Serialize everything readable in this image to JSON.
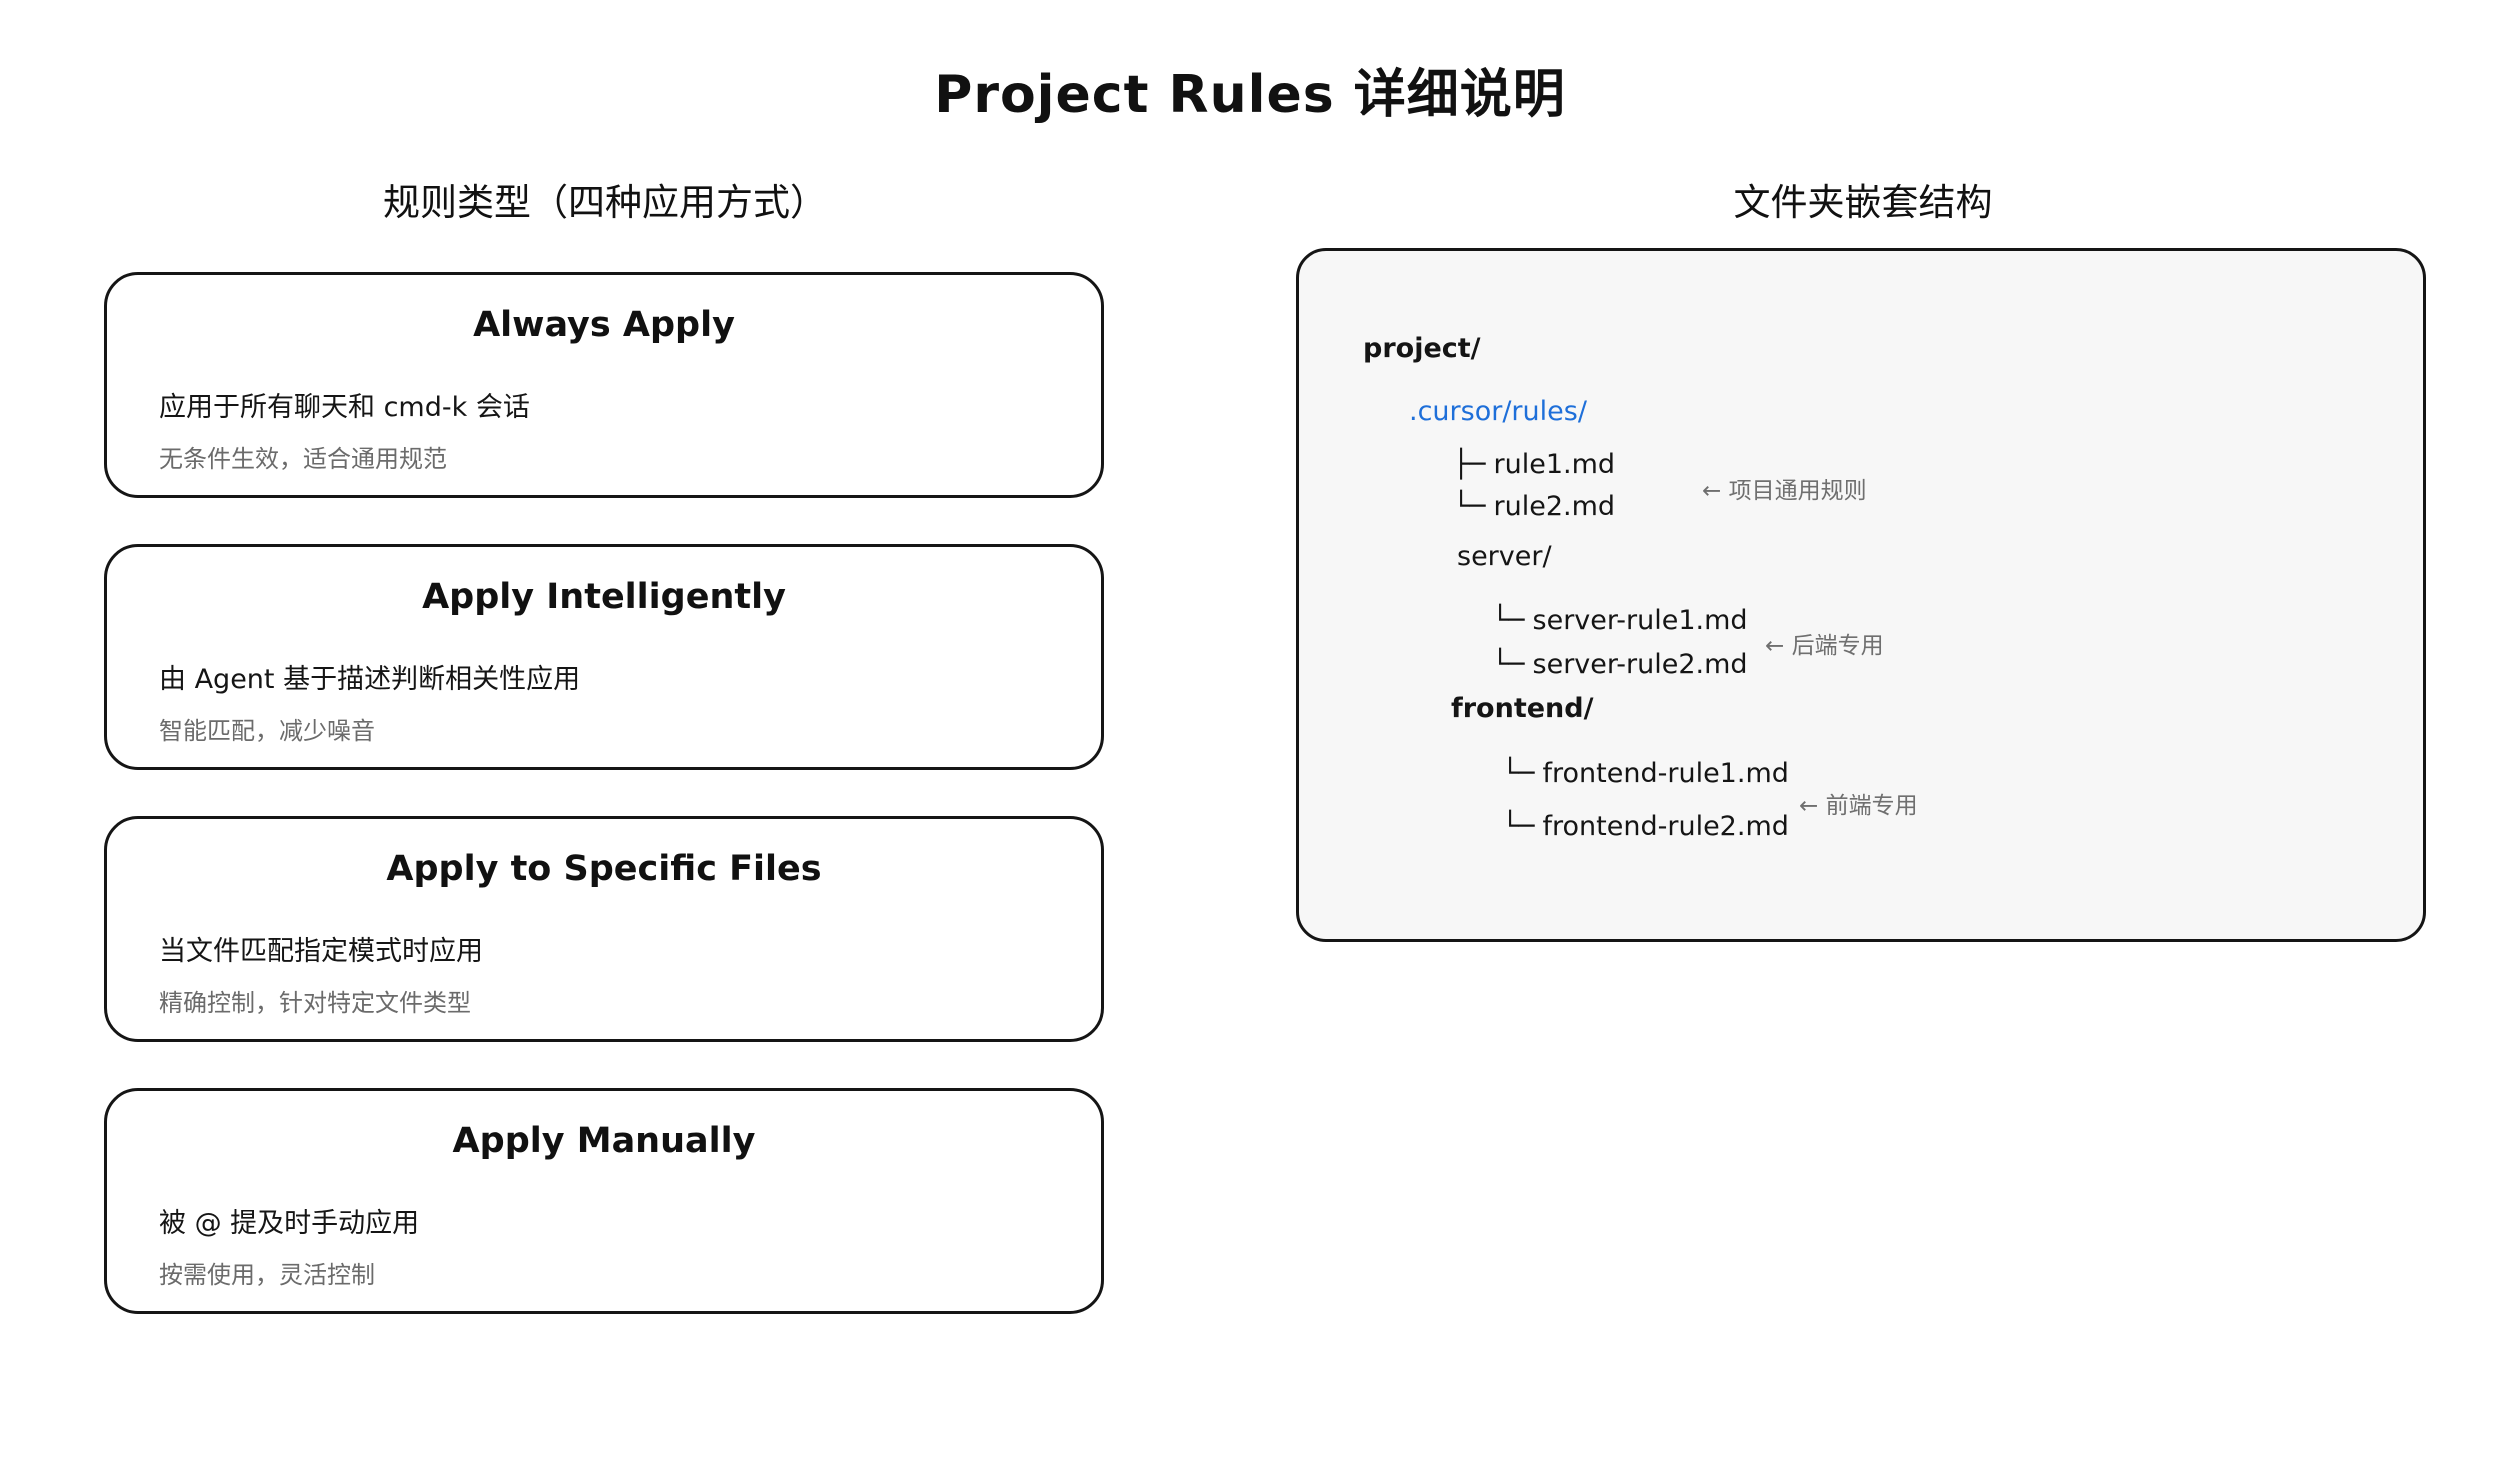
{
  "title": "Project Rules 详细说明",
  "headings": {
    "left": "规则类型（四种应用方式）",
    "right": "文件夹嵌套结构"
  },
  "rule_types": [
    {
      "title": "Always Apply",
      "description": "应用于所有聊天和 cmd-k 会话",
      "note": "无条件生效，适合通用规范"
    },
    {
      "title": "Apply Intelligently",
      "description": "由 Agent 基于描述判断相关性应用",
      "note": "智能匹配，减少噪音"
    },
    {
      "title": "Apply to Specific Files",
      "description": "当文件匹配指定模式时应用",
      "note": "精确控制，针对特定文件类型"
    },
    {
      "title": "Apply Manually",
      "description": "被 @ 提及时手动应用",
      "note": "按需使用，灵活控制"
    }
  ],
  "tree": {
    "root": "project/",
    "cursor_rules": ".cursor/rules/",
    "branch_tee": "├─",
    "branch_elbow": "└─",
    "rule1": "rule1.md",
    "rule2": "rule2.md",
    "general_note": "← 项目通用规则",
    "server": "server/",
    "server_rule1": "server-rule1.md",
    "server_rule2": "server-rule2.md",
    "server_note": "← 后端专用",
    "frontend": "frontend/",
    "frontend_rule1": "frontend-rule1.md",
    "frontend_rule2": "frontend-rule2.md",
    "frontend_note": "← 前端专用"
  },
  "colors": {
    "stroke": "#151515",
    "accent": "#1e6fd9",
    "muted_text": "#6b6b6b",
    "panel_background": "#f7f7f7"
  }
}
